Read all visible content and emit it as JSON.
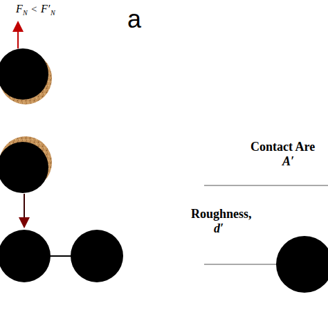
{
  "diagram": {
    "labels": [
      "F",
      "N",
      "<",
      "F′",
      "N",
      "a",
      "Contact Are",
      "A′",
      "Roughness,",
      "d′"
    ]
  }
}
